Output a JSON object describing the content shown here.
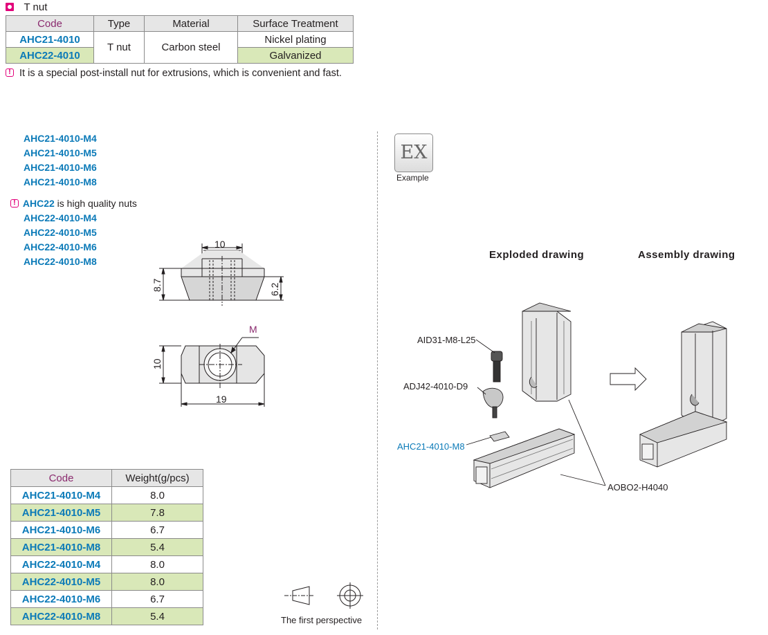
{
  "header": {
    "title": "T nut"
  },
  "spec_table": {
    "headers": [
      "Code",
      "Type",
      "Material",
      "Surface Treatment"
    ],
    "rows": [
      {
        "code": "AHC21-4010",
        "surface": "Nickel plating"
      },
      {
        "code": "AHC22-4010",
        "surface": "Galvanized"
      }
    ],
    "type": "T nut",
    "material": "Carbon steel"
  },
  "note_main": "It is a special post-install nut for extrusions, which is convenient and fast.",
  "models_ahc21": [
    "AHC21-4010-M4",
    "AHC21-4010-M5",
    "AHC21-4010-M6",
    "AHC21-4010-M8"
  ],
  "note_ahc22": {
    "code": "AHC22",
    "text": " is high quality nuts"
  },
  "models_ahc22": [
    "AHC22-4010-M4",
    "AHC22-4010-M5",
    "AHC22-4010-M6",
    "AHC22-4010-M8"
  ],
  "dimensions": {
    "top_width": "10",
    "height_total": "8.7",
    "height_body": "6.2",
    "thread": "M",
    "plan_height": "10",
    "plan_length": "19"
  },
  "weight_table": {
    "headers": [
      "Code",
      "Weight(g/pcs)"
    ],
    "rows": [
      {
        "code": "AHC21-4010-M4",
        "weight": "8.0"
      },
      {
        "code": "AHC21-4010-M5",
        "weight": "7.8"
      },
      {
        "code": "AHC21-4010-M6",
        "weight": "6.7"
      },
      {
        "code": "AHC21-4010-M8",
        "weight": "5.4"
      },
      {
        "code": "AHC22-4010-M4",
        "weight": "8.0"
      },
      {
        "code": "AHC22-4010-M5",
        "weight": "8.0"
      },
      {
        "code": "AHC22-4010-M6",
        "weight": "6.7"
      },
      {
        "code": "AHC22-4010-M8",
        "weight": "5.4"
      }
    ]
  },
  "projection": {
    "label": "The first perspective"
  },
  "example": {
    "badge": "EX",
    "label": "Example"
  },
  "drawing": {
    "exploded_title": "Exploded drawing",
    "assembly_title": "Assembly drawing",
    "part_screw": "AID31-M8-L25",
    "part_connector": "ADJ42-4010-D9",
    "part_nut": "AHC21-4010-M8",
    "part_profile": "AOBO2-H4040"
  },
  "colors": {
    "accent_magenta": "#e2007a",
    "code_blue": "#0b7ab8",
    "row_green": "#d9e8b8",
    "header_grey": "#e6e6e6"
  }
}
